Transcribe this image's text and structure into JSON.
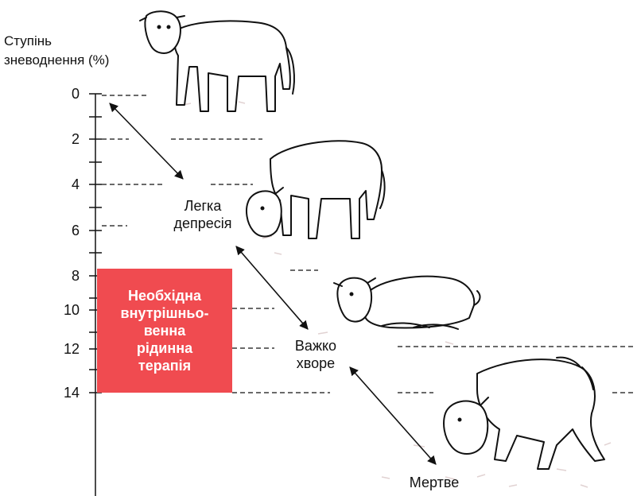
{
  "axis": {
    "title_line1": "Ступінь",
    "title_line2": "зневоднення (%)",
    "ticks": [
      "0",
      "2",
      "4",
      "6",
      "8",
      "10",
      "12",
      "14"
    ]
  },
  "therapy_box": {
    "line1": "Необхідна",
    "line2": "внутрішньо-",
    "line3": "венна",
    "line4": "рідинна",
    "line5": "терапія",
    "color": "#f04b50"
  },
  "states": {
    "mild_line1": "Легка",
    "mild_line2": "депресія",
    "severe_line1": "Важко",
    "severe_line2": "хворе",
    "dead": "Мертве"
  },
  "icons": [
    "calf-standing-icon",
    "calf-head-down-icon",
    "calf-lying-icon",
    "calf-collapsed-icon"
  ]
}
